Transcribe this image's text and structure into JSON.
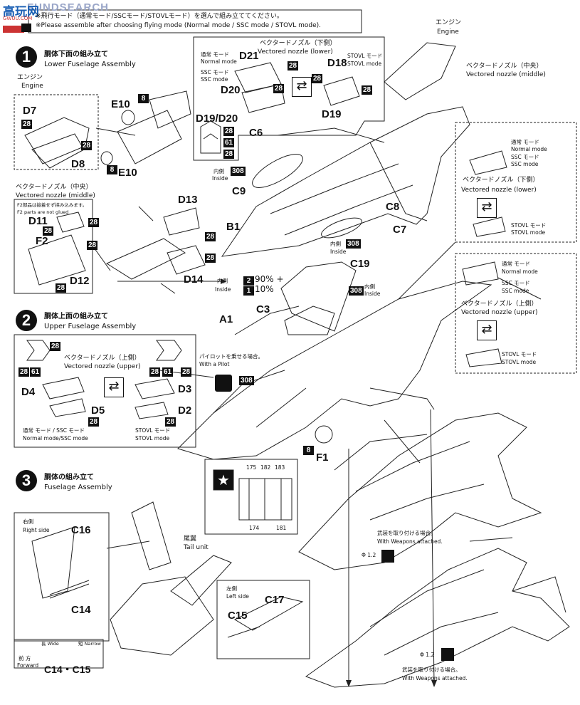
{
  "watermark": "FUNDSEARCH",
  "logo_text": "高玩网",
  "logo_sub": "GWUU.COM",
  "header": {
    "jp": "※飛行モード（通常モード/SSCモード/STOVLモード）を選んで組み立ててください。",
    "en": "※Please assemble after choosing flying mode (Normal mode / SSC mode / STOVL mode)."
  },
  "step1": {
    "num": "1",
    "jp": "胴体下面の組み立て",
    "en": "Lower Fuselage Assembly"
  },
  "step2": {
    "num": "2",
    "jp": "胴体上面の組み立て",
    "en": "Upper Fuselage Assembly"
  },
  "step3": {
    "num": "3",
    "jp": "胴体の組み立て",
    "en": "Fuselage Assembly"
  },
  "engine": {
    "jp": "エンジン",
    "en": "Engine"
  },
  "engine2": {
    "jp": "エンジン",
    "en": "Engine"
  },
  "vn_lower": {
    "jp": "ベクタードノズル（下側）",
    "en": "Vectored nozzle (lower)"
  },
  "vn_lower2": {
    "jp": "ベクタードノズル（下側）",
    "en": "Vectored nozzle (lower)"
  },
  "vn_middle": {
    "jp": "ベクタードノズル（中央）",
    "en": "Vectored nozzle (middle)"
  },
  "vn_middle2": {
    "jp": "ベクタードノズル（中央）",
    "en": "Vectored nozzle (middle)"
  },
  "vn_upper": {
    "jp": "ベクタードノズル（上側）",
    "en": "Vectored nozzle (upper)"
  },
  "vn_upper2": {
    "jp": "ベクタードノズル（上側）",
    "en": "Vectored nozzle (upper)"
  },
  "normal_mode": {
    "jp": "通常 モード",
    "en": "Normal mode"
  },
  "normal_mode2": {
    "jp": "通常 モード",
    "en": "Normal mode"
  },
  "normal_mode3": {
    "jp": "通常 モード",
    "en": "Normal mode"
  },
  "ssc_mode": {
    "jp": "SSC モード",
    "en": "SSC mode"
  },
  "ssc_mode2": {
    "jp": "SSC モード",
    "en": "SSC mode"
  },
  "ssc_mode3": {
    "jp": "SSC モード",
    "en": "SSC mode"
  },
  "stovl_mode": {
    "jp": "STOVL モード",
    "en": "STOVL mode"
  },
  "stovl_mode2": {
    "jp": "STOVL モード",
    "en": "STOVL mode"
  },
  "stovl_mode3": {
    "jp": "STOVL モード",
    "en": "STOVL mode"
  },
  "stovl_mode4": {
    "jp": "STOVL モード",
    "en": "STOVL mode"
  },
  "normal_ssc": {
    "jp": "通常 モード / SSC モード",
    "en": "Normal mode/SSC mode"
  },
  "f2_note": {
    "jp": "F2部品は接着せず挟み込みます。",
    "en": "F2 parts are not glued"
  },
  "inside": {
    "jp": "内側",
    "en": "Inside"
  },
  "pilot": {
    "jp": "パイロットを乗せる場合。",
    "en": "With a Pilot"
  },
  "tail_unit": {
    "jp": "尾翼",
    "en": "Tail unit"
  },
  "right_side": {
    "jp": "右側",
    "en": "Right side"
  },
  "left_side": {
    "jp": "左側",
    "en": "Left side"
  },
  "weapons": {
    "jp": "武装を取り付ける場合。",
    "en": "With Weapons attached."
  },
  "weapons2": {
    "jp": "武装を取り付ける場合。",
    "en": "With Weapons attached."
  },
  "phi": "Φ 1.2",
  "phi2": "Φ 1.2",
  "forward": {
    "jp": "前 方",
    "en": "Forward",
    "wide": "長 Wide",
    "narrow": "短 Narrow"
  },
  "paint_90": "90% +",
  "paint_10": "10%",
  "parts": {
    "D7": "D7",
    "D8": "D8",
    "E10a": "E10",
    "E10b": "E10",
    "D21": "D21",
    "D20": "D20",
    "D18": "D18",
    "D19": "D19",
    "D19D20": "D19/D20",
    "C6": "C6",
    "C9": "C9",
    "B1": "B1",
    "C8": "C8",
    "C7": "C7",
    "D11": "D11",
    "F2": "F2",
    "D12": "D12",
    "D13": "D13",
    "D14": "D14",
    "C19": "C19",
    "C3": "C3",
    "A1": "A1",
    "D4": "D4",
    "D5": "D5",
    "D3": "D3",
    "D2": "D2",
    "F1": "F1",
    "C16": "C16",
    "C14": "C14",
    "C15": "C15",
    "C17": "C17",
    "C14C15": "C14・C15"
  },
  "paints": {
    "p28": "28",
    "p8": "8",
    "p61": "61",
    "p308": "308",
    "p2": "2",
    "p1": "1",
    "d175": "175",
    "d182": "182",
    "d183": "183",
    "d174": "174",
    "d181": "181"
  }
}
